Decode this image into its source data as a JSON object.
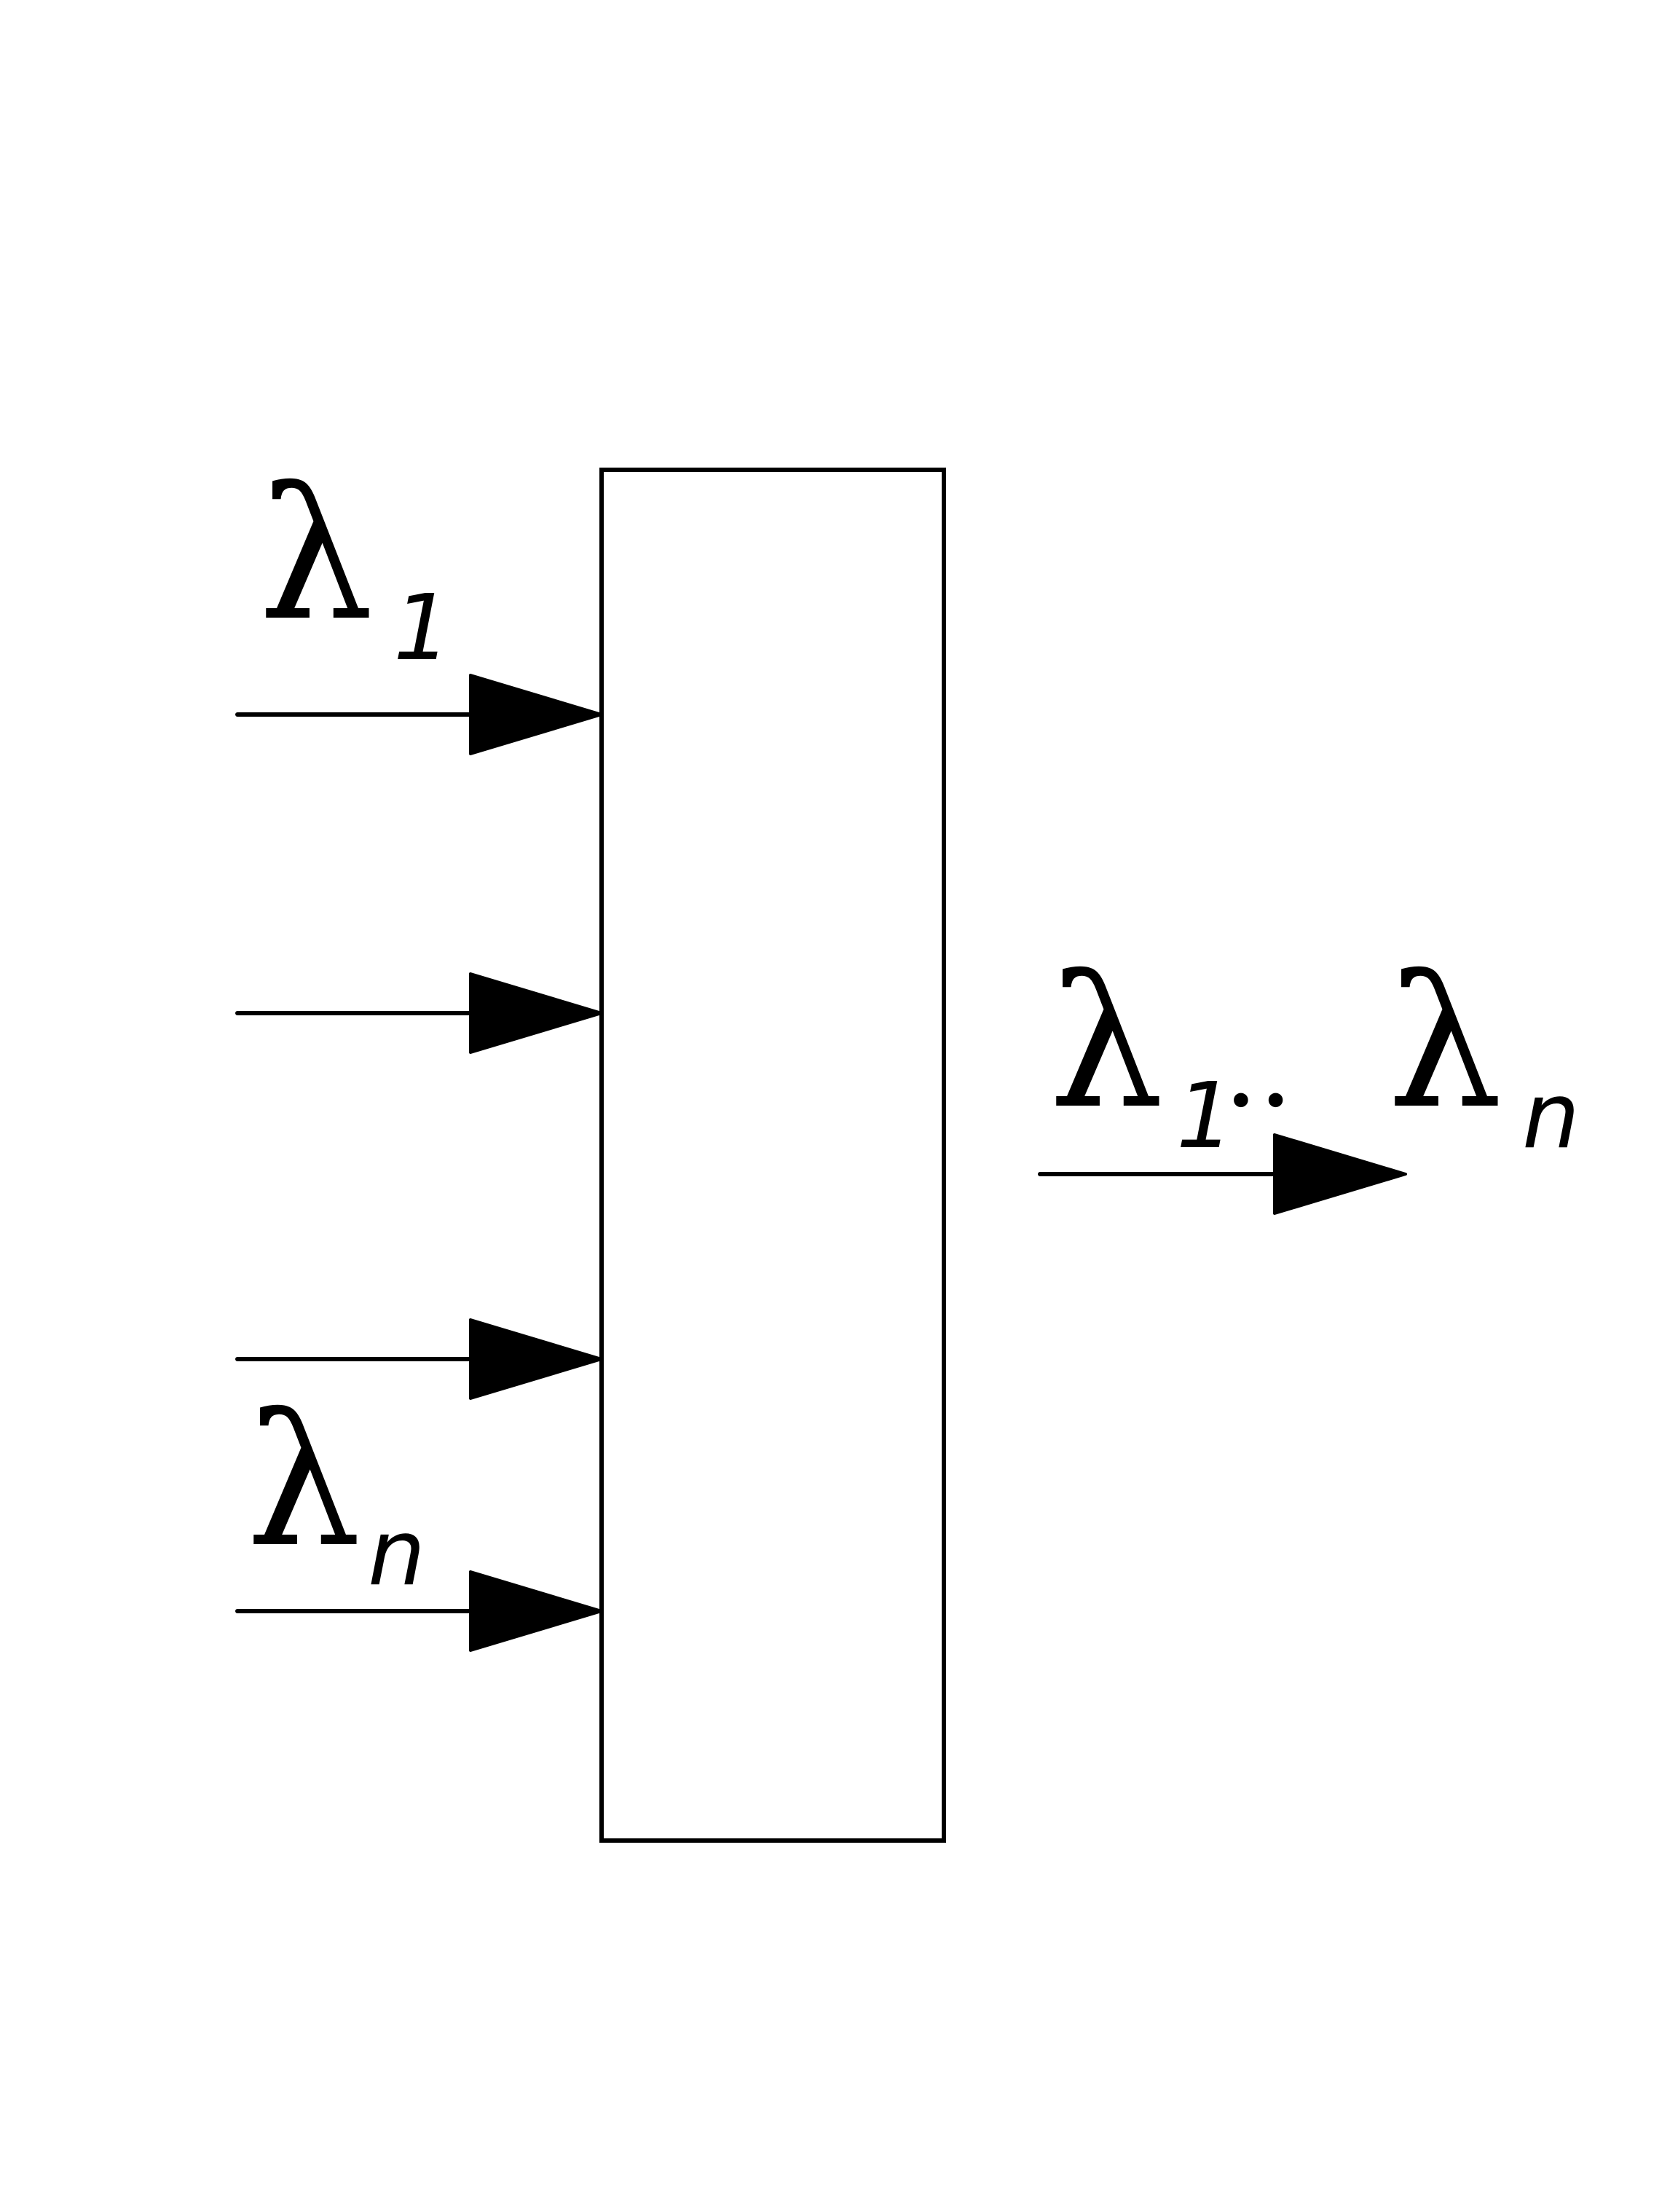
{
  "labels": {
    "input_first": {
      "symbol": "λ",
      "sub": "1"
    },
    "input_last": {
      "symbol": "λ",
      "sub": "n"
    },
    "output": {
      "symbol_a": "λ",
      "sub_a": "1",
      "dots": "..",
      "symbol_b": "λ",
      "sub_b": "n"
    }
  },
  "colors": {
    "stroke": "#000000",
    "background": "#ffffff"
  }
}
